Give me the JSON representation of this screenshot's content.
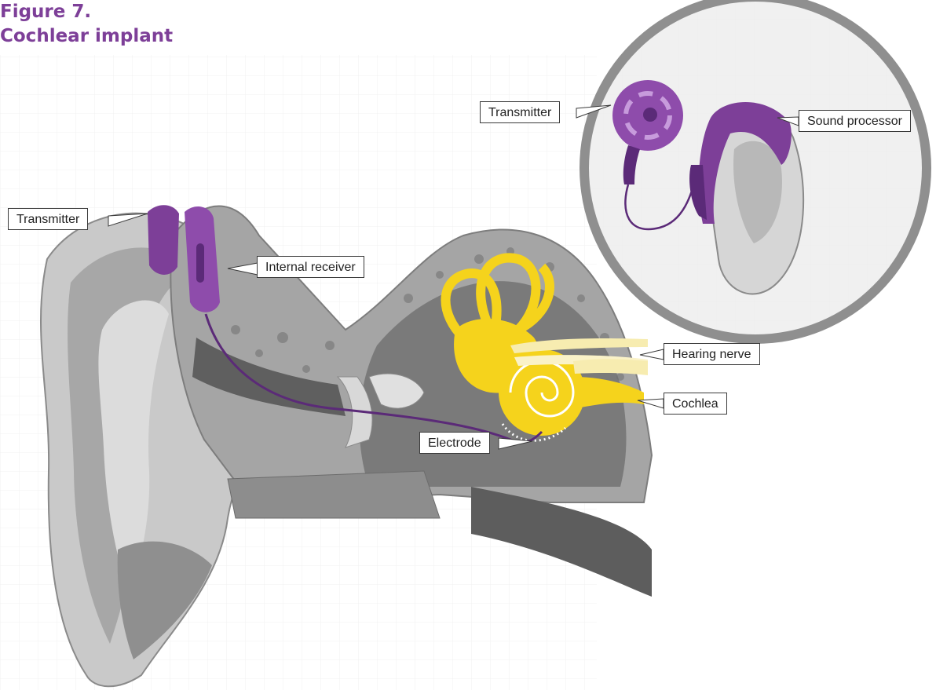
{
  "title": {
    "line1": "Figure 7.",
    "line2": "Cochlear implant"
  },
  "labels": {
    "transmitter_inset": "Transmitter",
    "sound_processor": "Sound processor",
    "transmitter_main": "Transmitter",
    "internal_receiver": "Internal receiver",
    "hearing_nerve": "Hearing nerve",
    "cochlea": "Cochlea",
    "electrode": "Electrode"
  },
  "colors": {
    "title": "#7d3f98",
    "device_purple": "#7d3f98",
    "device_dark": "#5b2a78",
    "inner_ear_yellow": "#f5d31c",
    "nerve_cream": "#f7ecb0",
    "bone_gray": "#a2a2a2",
    "skin_gray": "#c9c9c9",
    "dark_gray": "#6f6f6f",
    "grid": "#ececec",
    "inset_ring": "#8f8f8f"
  }
}
